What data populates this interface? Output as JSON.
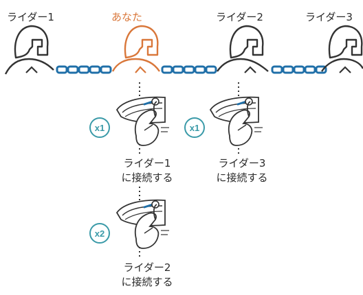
{
  "riders": [
    {
      "label": "ライダー1",
      "is_you": false
    },
    {
      "label": "あなた",
      "is_you": true
    },
    {
      "label": "ライダー2",
      "is_you": false
    },
    {
      "label": "ライダー3",
      "is_you": false
    }
  ],
  "steps": [
    {
      "press": "x1",
      "caption_line1": "ライダー1",
      "caption_line2": "に接続する"
    },
    {
      "press": "x1",
      "caption_line1": "ライダー3",
      "caption_line2": "に接続する"
    },
    {
      "press": "x2",
      "caption_line1": "ライダー2",
      "caption_line2": "に接続する"
    }
  ],
  "colors": {
    "outline": "#333333",
    "you": "#d9773a",
    "chain": "#1f6fa8",
    "badge": "#3a9aa8"
  }
}
